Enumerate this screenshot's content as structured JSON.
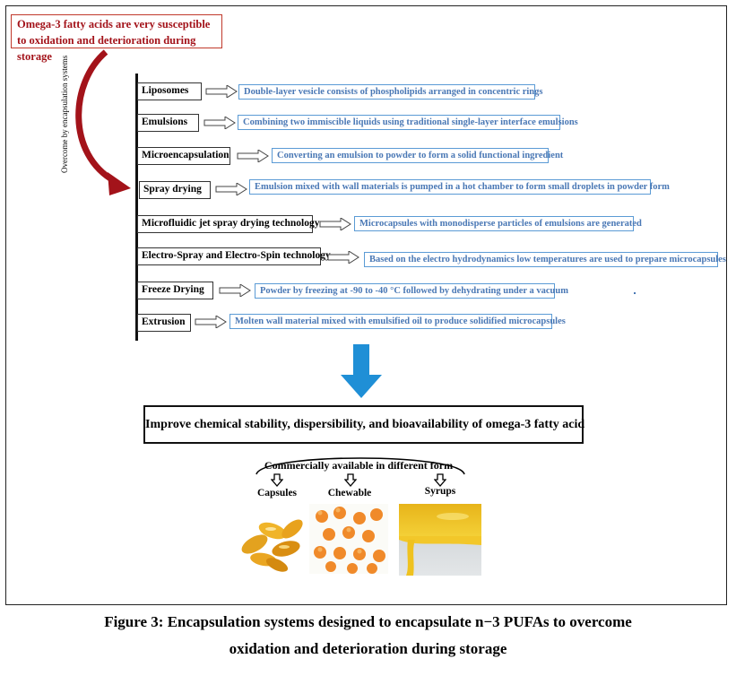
{
  "problem": "Omega-3 fatty acids are very susceptible to oxidation and deterioration during storage",
  "side_label": "Overcome by encapsulation systems",
  "systems": [
    {
      "method": "Liposomes",
      "desc": "Double-layer vesicle consists of phospholipids arranged in concentric rings"
    },
    {
      "method": "Emulsions",
      "desc": "Combining two immiscible liquids using traditional single-layer interface emulsions"
    },
    {
      "method": "Microencapsulation",
      "desc": "Converting an emulsion to powder to form a solid functional ingredient"
    },
    {
      "method": "Spray drying",
      "desc": "Emulsion mixed with wall materials is pumped in a hot chamber to form small droplets in powder form"
    },
    {
      "method": "Microfluidic jet spray drying technology",
      "desc": "Microcapsules with monodisperse particles of emulsions are generated"
    },
    {
      "method": "Electro-Spray and Electro-Spin technology",
      "desc": "Based on the electro hydrodynamics low temperatures are used to prepare microcapsules"
    },
    {
      "method": "Freeze Drying",
      "desc": "Powder by freezing at -90 to -40 °C followed by dehydrating under a vacuum"
    },
    {
      "method": "Extrusion",
      "desc": "Molten wall material mixed with emulsified oil to produce solidified microcapsules"
    }
  ],
  "outcome": "Improve chemical stability, dispersibility, and bioavailability of omega-3 fatty acid",
  "commercial": "Commercially available in different form",
  "forms": [
    "Capsules",
    "Chewable",
    "Syrups"
  ],
  "caption_line1": "Figure 3: Encapsulation systems designed to encapsulate n−3 PUFAs to overcome",
  "caption_line2": "oxidation and deterioration during storage",
  "colors": {
    "problem": "#a3131a",
    "desc_text": "#4a78b5",
    "desc_border": "#5b9bd5",
    "down_arrow": "#1f8fd6"
  }
}
